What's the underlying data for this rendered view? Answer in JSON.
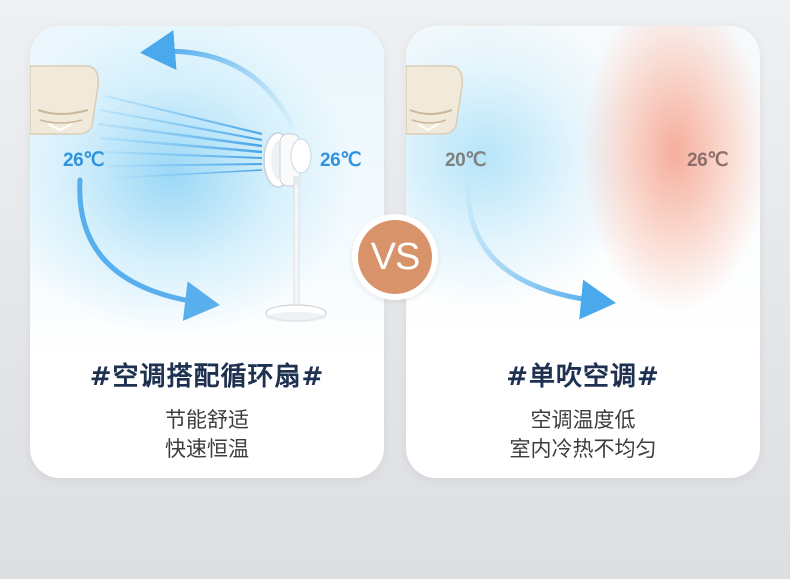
{
  "left_card": {
    "temp_left": "26℃",
    "temp_right": "26℃",
    "title": "#空调搭配循环扇#",
    "line1": "节能舒适",
    "line2": "快速恒温"
  },
  "right_card": {
    "temp_left": "20℃",
    "temp_right": "26℃",
    "title": "#单吹空调#",
    "line1": "空调温度低",
    "line2": "室内冷热不均匀"
  },
  "vs_label": "VS",
  "colors": {
    "accent_blue": "#2f93de",
    "arrow_blue": "#4aa8ec",
    "vs_orange": "#d8936a",
    "title_navy": "#1e3150"
  },
  "icons": [
    "air-conditioner-icon",
    "circulating-fan-icon",
    "curved-arrow-icon"
  ]
}
